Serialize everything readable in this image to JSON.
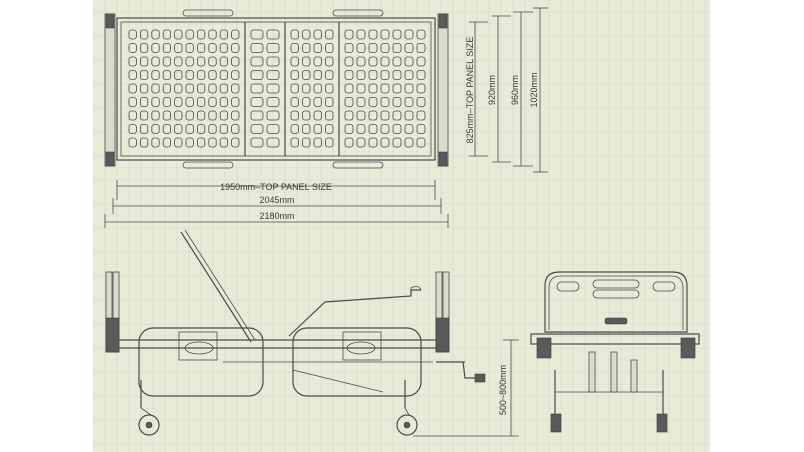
{
  "dimensions": {
    "top_panel_width": "825mm–TOP PANEL SIZE",
    "width_920": "920mm",
    "width_960": "960mm",
    "width_1020": "1020mm",
    "top_panel_length": "1950mm–TOP PANEL SIZE",
    "length_2045": "2045mm",
    "length_2180": "2180mm",
    "height_range": "500~800mm"
  },
  "views": [
    "top-view",
    "side-view",
    "end-view"
  ],
  "colors": {
    "background": "#e9ead8",
    "line": "#4a4a4a",
    "grid": "#d5d6c2"
  }
}
